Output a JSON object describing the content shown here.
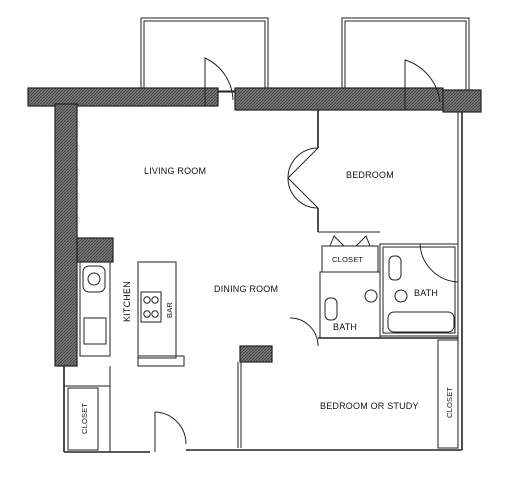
{
  "rooms": {
    "living_room": "LIVING ROOM",
    "bedroom": "BEDROOM",
    "dining_room": "DINING ROOM",
    "kitchen": "KITCHEN",
    "bar": "BAR",
    "closet_top": "CLOSET",
    "bath_right": "BATH",
    "bath_left": "BATH",
    "bedroom_study": "BEDROOM OR STUDY",
    "closet_right": "CLOSET",
    "closet_left": "CLOSET"
  },
  "colors": {
    "wall_fill": "#6e6e6e",
    "line": "#222222",
    "background": "#ffffff"
  }
}
